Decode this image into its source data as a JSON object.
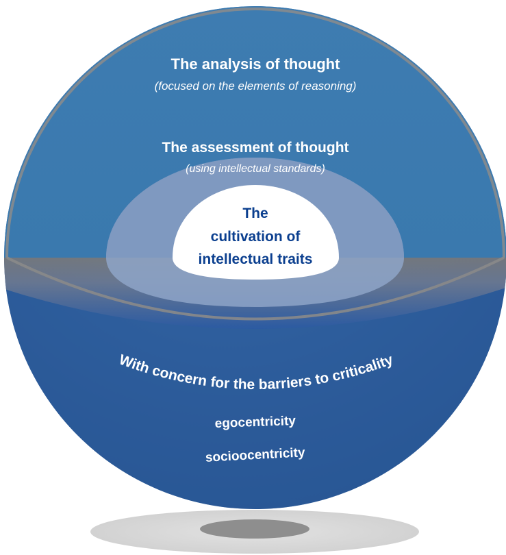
{
  "sphere": {
    "outer_title": "The analysis of thought",
    "outer_subtitle": "(focused on the elements of reasoning)",
    "middle_title": "The assessment of thought",
    "middle_subtitle": "(using intellectual standards)",
    "core_line_1": "The",
    "core_line_2": "cultivation of",
    "core_line_3": "intellectual traits",
    "barrier_heading": "With concern for the barriers to criticality",
    "barrier_item_1": "egocentricity",
    "barrier_item_2": "socioocentricity"
  },
  "colors": {
    "sphere_blue": "#2f5f9f",
    "upper_blue": "#3f7fb3",
    "middle_dome": "#7f98bf",
    "inner_dome": "#a9b7cf",
    "core_fill": "#ffffff",
    "core_text": "#0b3f8f",
    "text_white": "#ffffff",
    "rim_gray": "#8a8a8a",
    "shadow_gray": "#d9d9d9"
  }
}
